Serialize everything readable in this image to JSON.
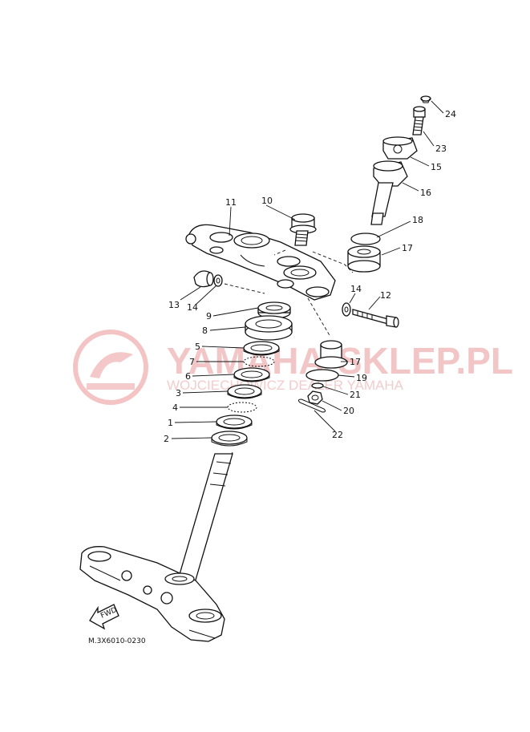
{
  "diagram": {
    "reference_code": "M.3X6010-0230",
    "fwd_label": "FWD",
    "watermark": {
      "main": "YAMAHA-SKLEP.PL",
      "sub": "WOJCIECHOWICZ DEALER YAMAHA",
      "color": "#f2c6c6"
    },
    "part_numbers": [
      "1",
      "2",
      "3",
      "4",
      "5",
      "6",
      "7",
      "8",
      "9",
      "10",
      "11",
      "12",
      "13",
      "14",
      "14",
      "15",
      "16",
      "17",
      "17",
      "18",
      "19",
      "20",
      "21",
      "22",
      "23",
      "24"
    ]
  }
}
